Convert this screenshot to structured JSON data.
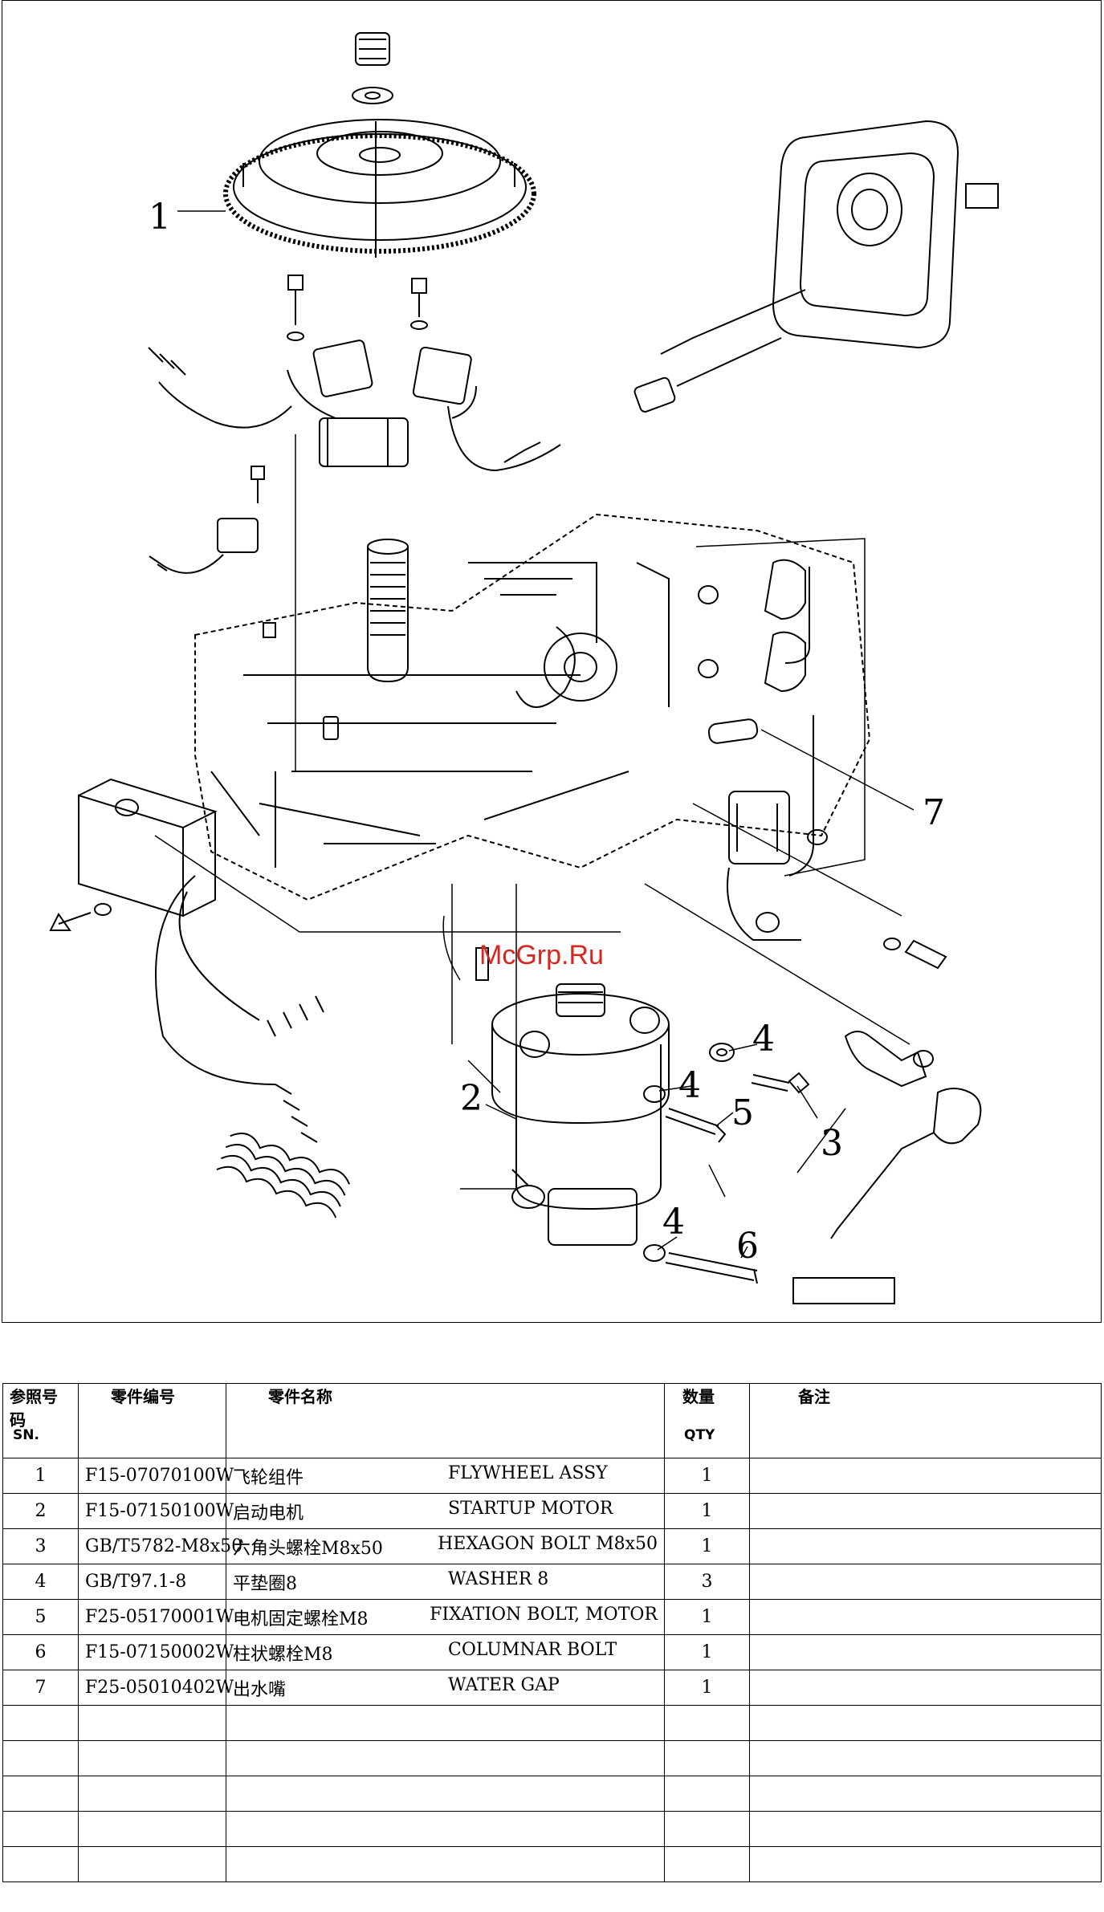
{
  "diagram": {
    "callouts": [
      "1",
      "2",
      "3",
      "4",
      "4",
      "4",
      "5",
      "6",
      "7"
    ],
    "watermark": "McGrp.Ru"
  },
  "table": {
    "headers": {
      "sn_cn": "参照号码",
      "sn_en": "SN.",
      "part_no": "零件编号",
      "name": "零件名称",
      "qty_cn": "数量",
      "qty_en": "QTY",
      "remark": "备注"
    },
    "rows": [
      {
        "sn": "1",
        "part_no": "F15-07070100W",
        "name_cn": "飞轮组件",
        "name_en": "FLYWHEEL ASSY",
        "qty": "1",
        "remark": ""
      },
      {
        "sn": "2",
        "part_no": "F15-07150100W",
        "name_cn": "启动电机",
        "name_en": "STARTUP MOTOR",
        "qty": "1",
        "remark": ""
      },
      {
        "sn": "3",
        "part_no": "GB/T5782-M8x50",
        "name_cn": "六角头螺栓M8x50",
        "name_en": "HEXAGON BOLT M8x50",
        "qty": "1",
        "remark": ""
      },
      {
        "sn": "4",
        "part_no": "GB/T97.1-8",
        "name_cn": "平垫圈8",
        "name_en": "WASHER 8",
        "qty": "3",
        "remark": ""
      },
      {
        "sn": "5",
        "part_no": "F25-05170001W",
        "name_cn": "电机固定螺栓M8",
        "name_en": "FIXATION BOLT, MOTOR",
        "qty": "1",
        "remark": ""
      },
      {
        "sn": "6",
        "part_no": "F15-07150002W",
        "name_cn": "柱状螺栓M8",
        "name_en": "COLUMNAR BOLT",
        "qty": "1",
        "remark": ""
      },
      {
        "sn": "7",
        "part_no": "F25-05010402W",
        "name_cn": "出水嘴",
        "name_en": "WATER GAP",
        "qty": "1",
        "remark": ""
      },
      {
        "sn": "",
        "part_no": "",
        "name_cn": "",
        "name_en": "",
        "qty": "",
        "remark": ""
      },
      {
        "sn": "",
        "part_no": "",
        "name_cn": "",
        "name_en": "",
        "qty": "",
        "remark": ""
      },
      {
        "sn": "",
        "part_no": "",
        "name_cn": "",
        "name_en": "",
        "qty": "",
        "remark": ""
      },
      {
        "sn": "",
        "part_no": "",
        "name_cn": "",
        "name_en": "",
        "qty": "",
        "remark": ""
      },
      {
        "sn": "",
        "part_no": "",
        "name_cn": "",
        "name_en": "",
        "qty": "",
        "remark": ""
      }
    ]
  }
}
